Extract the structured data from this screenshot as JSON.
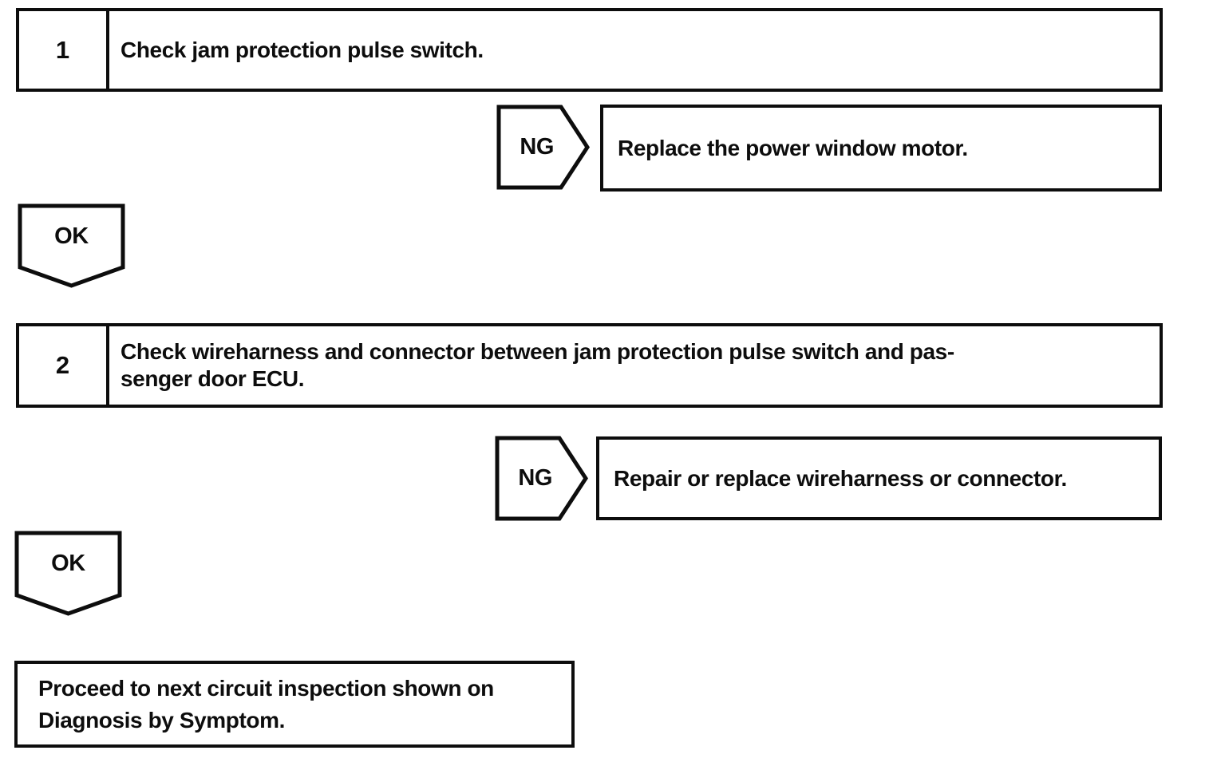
{
  "page": {
    "background_color": "#ffffff",
    "ink_color": "#0d0d0d"
  },
  "flowchart": {
    "step1": {
      "number": "1",
      "title": "Check jam protection pulse switch."
    },
    "ng1": {
      "label": "NG",
      "result": "Replace the power window motor."
    },
    "ok1": {
      "label": "OK"
    },
    "step2": {
      "number": "2",
      "title_line1": "Check wireharness and connector between jam protection pulse switch and pas-",
      "title_line2": "senger door ECU."
    },
    "ng2": {
      "label": "NG",
      "result": "Repair or replace wireharness or connector."
    },
    "ok2": {
      "label": "OK"
    },
    "final": {
      "line1": "Proceed to next circuit inspection shown on",
      "line2": "Diagnosis by Symptom."
    }
  }
}
